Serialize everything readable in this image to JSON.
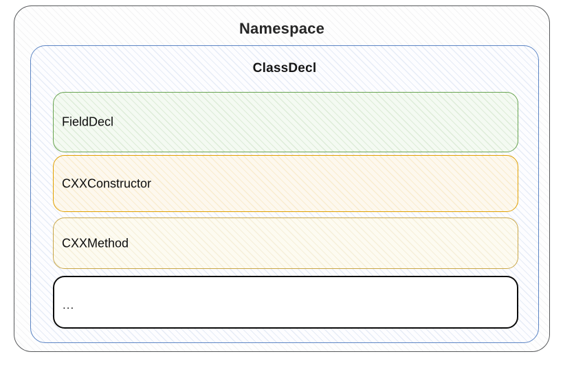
{
  "diagram": {
    "type": "nested-containers",
    "title": "Namespace",
    "outer": {
      "label": "Namespace",
      "border_color": "#555759",
      "fill_color": "#fefefe",
      "hatch": "diagonal-45"
    },
    "inner": {
      "label": "ClassDecl",
      "border_color": "#5b84c4",
      "fill_color": "#fdfdff",
      "hatch": "diagonal-45"
    },
    "members": [
      {
        "label": "FieldDecl",
        "border_color": "#67a34f",
        "fill_color": "#f4faf2",
        "hatch": "diagonal-45"
      },
      {
        "label": "CXXConstructor",
        "border_color": "#e0a000",
        "fill_color": "#fdf8ee",
        "hatch": "diagonal-45"
      },
      {
        "label": "CXXMethod",
        "border_color": "#c8a546",
        "fill_color": "#fdfbf1",
        "hatch": "diagonal-45"
      },
      {
        "label": "...",
        "border_color": "#0a0a0a",
        "fill_color": "#ffffff",
        "hatch": "none"
      }
    ]
  }
}
